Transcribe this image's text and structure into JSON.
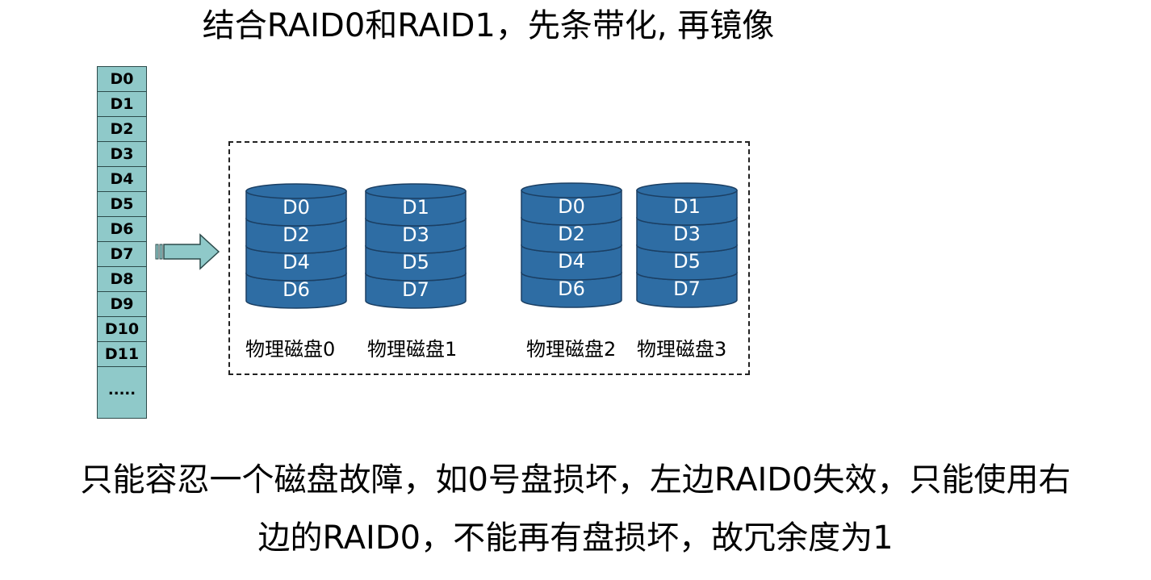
{
  "title": "结合RAID0和RAID1，先条带化, 再镜像",
  "blocks": [
    "D0",
    "D1",
    "D2",
    "D3",
    "D4",
    "D5",
    "D6",
    "D7",
    "D8",
    "D9",
    "D10",
    "D11",
    "....."
  ],
  "disks": [
    {
      "label": "物理磁盘0",
      "items": [
        "D0",
        "D2",
        "D4",
        "D6"
      ]
    },
    {
      "label": "物理磁盘1",
      "items": [
        "D1",
        "D3",
        "D5",
        "D7"
      ]
    },
    {
      "label": "物理磁盘2",
      "items": [
        "D0",
        "D2",
        "D4",
        "D6"
      ]
    },
    {
      "label": "物理磁盘3",
      "items": [
        "D1",
        "D3",
        "D5",
        "D7"
      ]
    }
  ],
  "bottom_lines": [
    "只能容忍一个磁盘故障，如0号盘损坏，左边RAID0失效，只能使用右",
    "边的RAID0，不能再有盘损坏，故冗余度为1"
  ],
  "colors": {
    "disk_fill": "#2e6da4",
    "disk_stroke": "#1b3f63",
    "block_fill": "#8fc9c9",
    "arrow_fill": "#8fc9c9"
  }
}
